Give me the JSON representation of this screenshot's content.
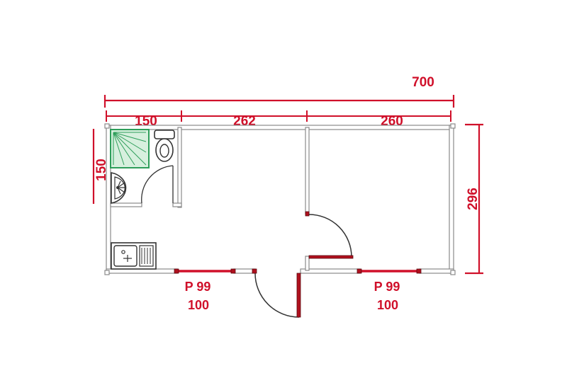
{
  "colors": {
    "dimension": "#d0102a",
    "wall": "#8a8a8a",
    "wall_fill": "#ffffff",
    "door_arc": "#333333",
    "door_leaf": "#b0101e",
    "shower": "#2e9e5a",
    "shower_fill": "#d7f0de",
    "fixture": "#333333"
  },
  "dimensions": {
    "total_width": "700",
    "segment_1": "150",
    "segment_2": "262",
    "segment_3": "260",
    "height": "296",
    "bathroom_depth": "150"
  },
  "windows": [
    {
      "type": "P 99",
      "width": "100"
    },
    {
      "type": "P 99",
      "width": "100"
    }
  ],
  "icons": [
    "shower-icon",
    "toilet-icon",
    "washbasin-icon",
    "kitchen-sink-icon",
    "door-swing-icon"
  ]
}
